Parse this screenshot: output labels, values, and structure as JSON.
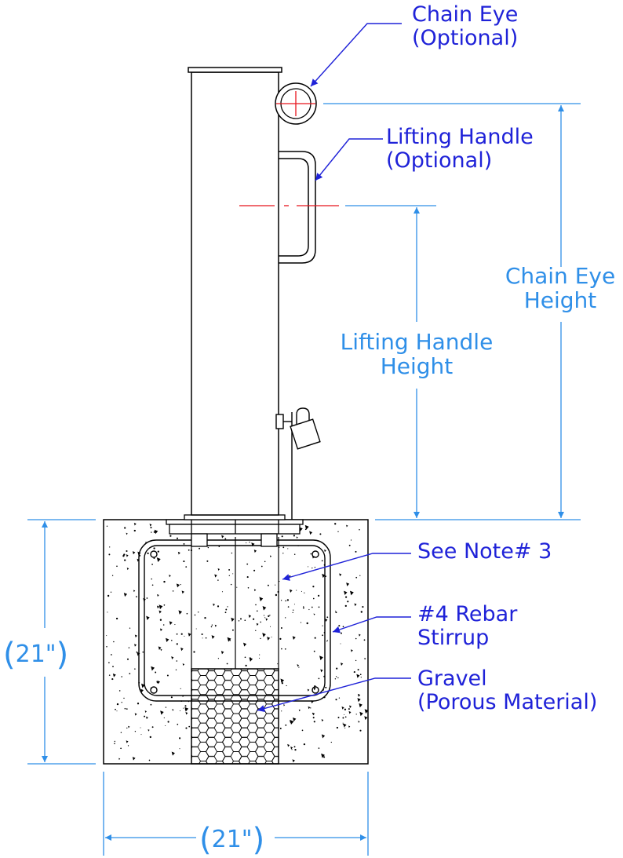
{
  "callouts": {
    "chain_eye": [
      "Chain Eye",
      "(Optional)"
    ],
    "lifting_handle": [
      "Lifting Handle",
      "(Optional)"
    ],
    "see_note": "See Note# 3",
    "rebar": [
      "#4 Rebar",
      "Stirrup"
    ],
    "gravel": [
      "Gravel",
      "(Porous Material)"
    ]
  },
  "dimensions": {
    "chain_eye_height": [
      "Chain Eye",
      "Height"
    ],
    "lifting_handle_height": [
      "Lifting Handle",
      "Height"
    ],
    "footing_height": "21\"",
    "footing_width": "21\""
  },
  "colors": {
    "outline": "#000000",
    "callout": "#1f22d8",
    "dimension": "#2f8fe8",
    "centerline": "#e8141c"
  }
}
